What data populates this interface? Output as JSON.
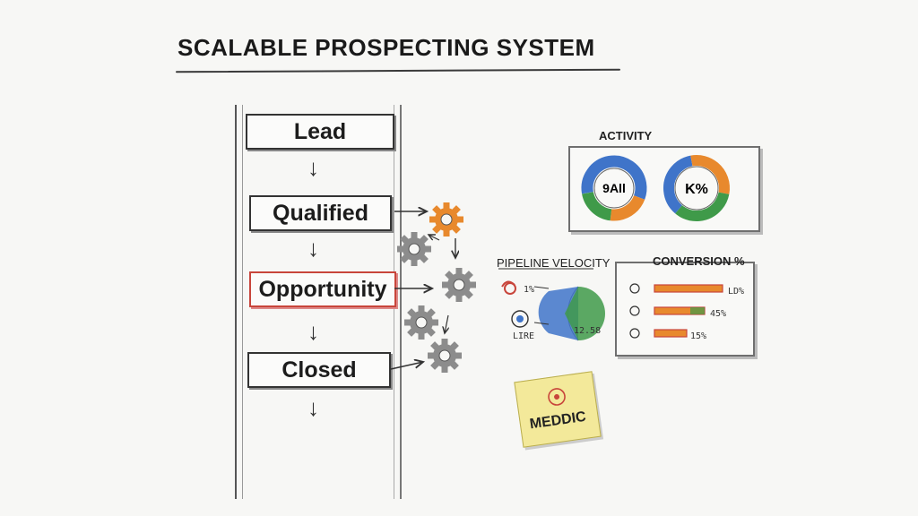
{
  "title": "SCALABLE PROSPECTING SYSTEM",
  "funnel": {
    "stages": [
      {
        "label": "Lead"
      },
      {
        "label": "Qualified"
      },
      {
        "label": "Opportunity"
      },
      {
        "label": "Closed"
      }
    ]
  },
  "activity": {
    "label": "ACTIVITY",
    "donuts": [
      {
        "value": "9All"
      },
      {
        "value": "K%"
      }
    ]
  },
  "pipeline_velocity": {
    "label": "PIPELINE VELOCITY",
    "readouts": [
      "1%",
      "LIRE",
      "12.58"
    ]
  },
  "conversion": {
    "label": "CONVERSION %",
    "bars": [
      {
        "value": "LD%",
        "fill": 0.85
      },
      {
        "value": "45%",
        "fill": 0.6
      },
      {
        "value": "15%",
        "fill": 0.3
      }
    ]
  },
  "sticky": {
    "label": "MEDDIC"
  },
  "colors": {
    "accent_red": "#c8453b",
    "gear_orange": "#e8892d",
    "gear_gray": "#8c8c8c",
    "donut_blue": "#3f74c9",
    "donut_orange": "#e8892d",
    "donut_green": "#3f9a49",
    "sticky_yellow": "#f3e99a"
  }
}
